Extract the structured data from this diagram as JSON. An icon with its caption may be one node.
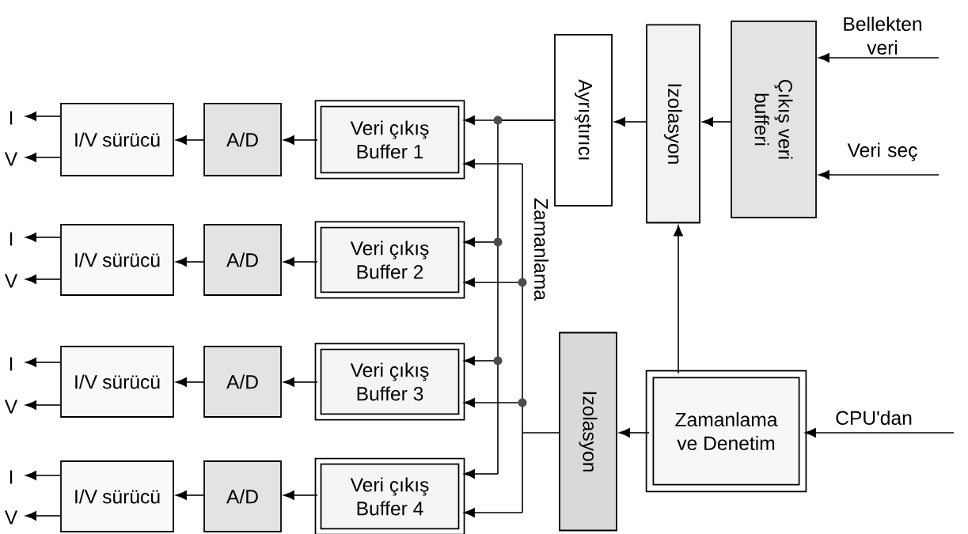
{
  "diagram": {
    "nodes": [
      {
        "text": [
          "Çıkış veri bufferi"
        ]
      },
      {
        "text": [
          "Izolasyon"
        ]
      },
      {
        "text": [
          "Ayrıştırıcı"
        ]
      },
      {
        "text": [
          "Veri çıkış Buffer 1"
        ]
      },
      {
        "text": [
          "Veri çıkış Buffer 2"
        ]
      },
      {
        "text": [
          "Veri çıkış Buffer 3"
        ]
      },
      {
        "text": [
          "Veri çıkış Buffer 4"
        ]
      },
      {
        "text": [
          "A/D"
        ]
      },
      {
        "text": [
          "A/D"
        ]
      },
      {
        "text": [
          "A/D"
        ]
      },
      {
        "text": [
          "A/D"
        ]
      },
      {
        "text": [
          "I/V sürücü"
        ]
      },
      {
        "text": [
          "I/V sürücü"
        ]
      },
      {
        "text": [
          "I/V sürücü"
        ]
      },
      {
        "text": [
          "I/V sürücü"
        ]
      },
      {
        "text": [
          "Zamanlama ve Denetim"
        ]
      },
      {
        "text": [
          "Izolasyon"
        ]
      }
    ],
    "edges": [
      {
        "from": null,
        "to": 0,
        "arrow": "to",
        "label": "Bellekten veri"
      },
      {
        "from": null,
        "to": 0,
        "arrow": "to",
        "label": "Veri seç"
      },
      {
        "from": 0,
        "to": 1,
        "arrow": "to"
      },
      {
        "from": 1,
        "to": 2,
        "arrow": "to"
      },
      {
        "from": 2,
        "to": 3,
        "arrow": "to"
      },
      {
        "from": 2,
        "to": 4,
        "arrow": "to"
      },
      {
        "from": 2,
        "to": 5,
        "arrow": "to"
      },
      {
        "from": 2,
        "to": 6,
        "arrow": "to"
      },
      {
        "from": 15,
        "to": 1,
        "arrow": "to"
      },
      {
        "from": null,
        "to": 15,
        "arrow": "to",
        "label": "CPU'dan"
      },
      {
        "from": 15,
        "to": 16,
        "arrow": "to"
      },
      {
        "from": 16,
        "to": 3,
        "arrow": "to"
      },
      {
        "from": 16,
        "to": 4,
        "arrow": "to"
      },
      {
        "from": 16,
        "to": 5,
        "arrow": "to"
      },
      {
        "from": 16,
        "to": 6,
        "arrow": "to"
      },
      {
        "from": 3,
        "to": 7,
        "arrow": "to"
      },
      {
        "from": 4,
        "to": 8,
        "arrow": "to"
      },
      {
        "from": 5,
        "to": 9,
        "arrow": "to"
      },
      {
        "from": 6,
        "to": 10,
        "arrow": "to"
      },
      {
        "from": 7,
        "to": 11,
        "arrow": "to"
      },
      {
        "from": 8,
        "to": 12,
        "arrow": "to"
      },
      {
        "from": 9,
        "to": 13,
        "arrow": "to"
      },
      {
        "from": 10,
        "to": 14,
        "arrow": "to"
      },
      {
        "from": 11,
        "to": null,
        "arrow": "to",
        "label": "I"
      },
      {
        "from": 11,
        "to": null,
        "arrow": "to",
        "label": "V"
      },
      {
        "from": 12,
        "to": null,
        "arrow": "to",
        "label": "I"
      },
      {
        "from": 12,
        "to": null,
        "arrow": "to",
        "label": "V"
      },
      {
        "from": 13,
        "to": null,
        "arrow": "to",
        "label": "I"
      },
      {
        "from": 13,
        "to": null,
        "arrow": "to",
        "label": "V"
      },
      {
        "from": 14,
        "to": null,
        "arrow": "to",
        "label": "I"
      },
      {
        "from": 14,
        "to": null,
        "arrow": "to",
        "label": "V"
      }
    ],
    "labels": [
      "Zamanlama"
    ]
  }
}
